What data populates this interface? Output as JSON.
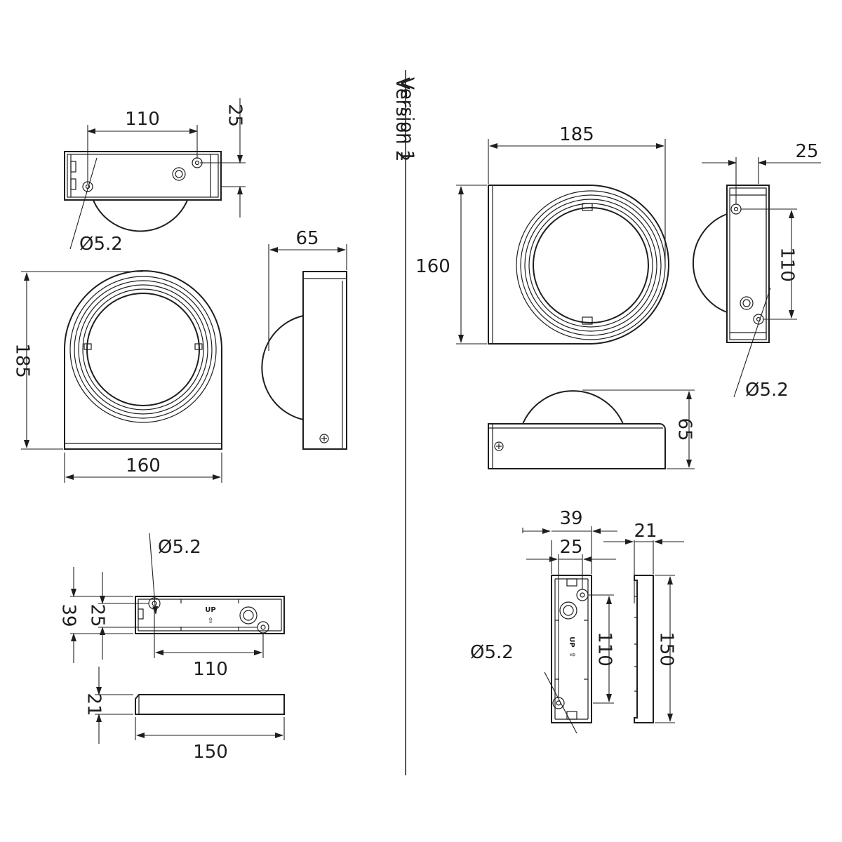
{
  "versions": {
    "v2_label": "Version 2",
    "v1_label": "Version 1"
  },
  "v2": {
    "top": {
      "width": "110",
      "depth": "25",
      "hole": "Ø5.2"
    },
    "front": {
      "height": "185",
      "width": "160"
    },
    "side": {
      "depth": "65"
    },
    "bracket": {
      "hole": "Ø5.2",
      "outer_height": "39",
      "inner_height": "25",
      "spacing": "110",
      "mark": "UP"
    },
    "bracket_side": {
      "thickness": "21",
      "length": "150"
    }
  },
  "v1": {
    "front": {
      "width": "185",
      "height": "160"
    },
    "side": {
      "depth": "25",
      "spacing": "110",
      "hole": "Ø5.2"
    },
    "top": {
      "depth": "65"
    },
    "bracket": {
      "outer_width": "39",
      "inner_width": "25",
      "thickness": "21",
      "spacing": "110",
      "length": "150",
      "hole": "Ø5.2",
      "mark": "UP"
    }
  }
}
